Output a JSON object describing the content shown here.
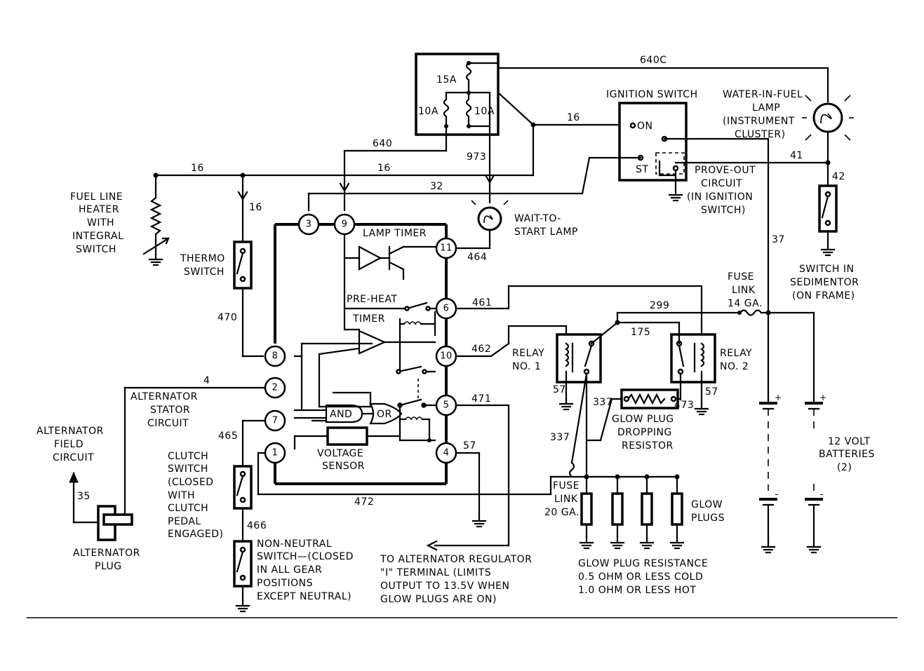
{
  "wires": {
    "w640c": "640C",
    "w16a": "16",
    "w16b": "16",
    "w16c": "16",
    "w16d": "16",
    "w640": "640",
    "w973": "973",
    "w32": "32",
    "w41": "41",
    "w42": "42",
    "w37": "37",
    "w464": "464",
    "w461": "461",
    "w462": "462",
    "w471": "471",
    "w57a": "57",
    "w299": "299",
    "w175": "175",
    "w57b": "57",
    "w57c": "57",
    "w337a": "337",
    "w337b": "337",
    "w473": "473",
    "w470": "470",
    "w4": "4",
    "w465": "465",
    "w466": "466",
    "w472": "472",
    "w35": "35"
  },
  "fuse_panel": {
    "f15a": "15A",
    "f10a_left": "10A",
    "f10a_right": "10A"
  },
  "ignition": {
    "title": "IGNITION SWITCH",
    "on": "ON",
    "st": "ST"
  },
  "prove_out": [
    "PROVE-OUT",
    "CIRCUIT",
    "(IN IGNITION",
    "SWITCH)"
  ],
  "water_lamp": [
    "WATER-IN-FUEL",
    "LAMP",
    "(INSTRUMENT",
    "CLUSTER)"
  ],
  "sedimentor": [
    "SWITCH IN",
    "SEDIMENTOR",
    "(ON FRAME)"
  ],
  "fuel_heater": [
    "FUEL LINE",
    "HEATER",
    "WITH",
    "INTEGRAL",
    "SWITCH"
  ],
  "thermo": [
    "THERMO",
    "SWITCH"
  ],
  "wait_lamp": [
    "WAIT-TO-",
    "START LAMP"
  ],
  "module": {
    "lamp_timer": "LAMP TIMER",
    "pre_heat": "PRE-HEAT",
    "timer": "TIMER",
    "and": "AND",
    "or": "OR",
    "voltage_sensor": [
      "VOLTAGE",
      "SENSOR"
    ],
    "terminals": [
      "1",
      "2",
      "3",
      "4",
      "5",
      "6",
      "7",
      "8",
      "9",
      "10",
      "11"
    ]
  },
  "fuse_link_14": [
    "FUSE",
    "LINK",
    "14 GA."
  ],
  "fuse_link_20": [
    "FUSE",
    "LINK",
    "20 GA."
  ],
  "relay1": [
    "RELAY",
    "NO. 1"
  ],
  "relay2": [
    "RELAY",
    "NO. 2"
  ],
  "dropping_resistor": [
    "GLOW PLUG",
    "DROPPING",
    "RESISTOR"
  ],
  "glow_plugs": [
    "GLOW",
    "PLUGS"
  ],
  "batteries": [
    "12 VOLT",
    "BATTERIES",
    "(2)"
  ],
  "battery_plus": "+",
  "battery_minus": "–",
  "stator": [
    "ALTERNATOR",
    "STATOR",
    "CIRCUIT"
  ],
  "field": [
    "ALTERNATOR",
    "FIELD",
    "CIRCUIT"
  ],
  "alt_plug": [
    "ALTERNATOR",
    "PLUG"
  ],
  "clutch": [
    "CLUTCH",
    "SWITCH",
    "(CLOSED",
    "WITH",
    "CLUTCH",
    "PEDAL",
    "ENGAGED)"
  ],
  "non_neutral": [
    "NON-NEUTRAL",
    "SWITCH—(CLOSED",
    "IN ALL GEAR",
    "POSITIONS",
    "EXCEPT NEUTRAL)"
  ],
  "regulator": [
    "TO ALTERNATOR REGULATOR",
    "\"I\" TERMINAL (LIMITS",
    "OUTPUT TO 13.5V WHEN",
    "GLOW PLUGS ARE ON)"
  ],
  "resistance": [
    "GLOW PLUG RESISTANCE",
    "0.5 OHM OR LESS COLD",
    "1.0 OHM OR LESS HOT"
  ]
}
